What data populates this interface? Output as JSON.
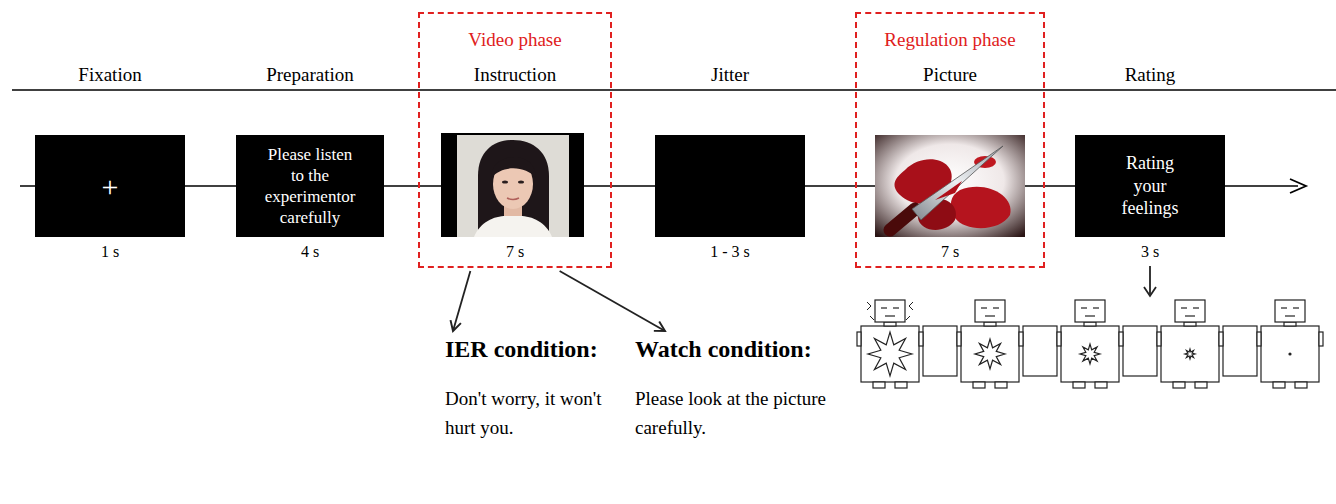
{
  "diagram": {
    "nodes": [
      {
        "text": [
          "+"
        ]
      },
      {
        "text": [
          "Please listen to the experimentor carefully"
        ]
      },
      {
        "text": [
          "Video phase",
          "Instruction",
          "7 s"
        ]
      },
      {
        "text": [
          "Regulation phase",
          "Picture",
          "7 s"
        ]
      },
      {
        "text": [
          "Rating your feelings"
        ]
      },
      {
        "text": [
          "IER condition:",
          "Don't worry, it won't hurt you."
        ]
      },
      {
        "text": [
          "Watch condition:",
          "Please look at the picture carefully."
        ]
      }
    ],
    "edges": [
      {
        "from": 2,
        "to": 5,
        "arrow": "to"
      },
      {
        "from": 2,
        "to": 6,
        "arrow": "to"
      }
    ],
    "labels": [
      "Fixation",
      "Preparation",
      "Jitter",
      "Rating",
      "1 s",
      "4 s",
      "1 - 3 s",
      "3 s"
    ]
  }
}
